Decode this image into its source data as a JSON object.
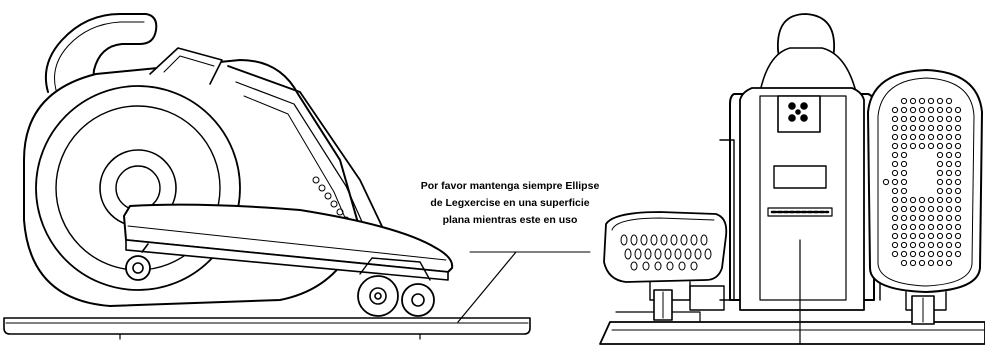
{
  "note": {
    "lines": [
      "Por favor mantenga siempre Ellipse",
      "de Legxercise en una superficie",
      "plana mientras este en uso"
    ]
  },
  "colors": {
    "stroke": "#000000",
    "fill": "#ffffff"
  },
  "icons": [
    "side-view-illustration",
    "front-view-illustration",
    "pointer-line"
  ]
}
